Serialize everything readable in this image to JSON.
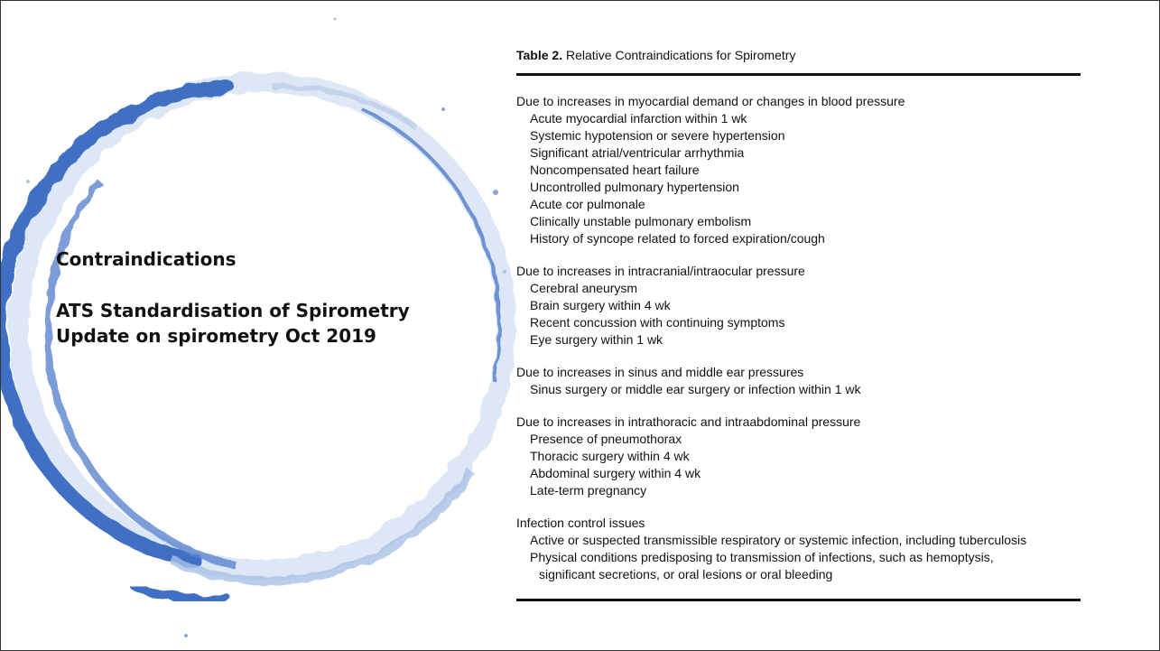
{
  "slide": {
    "heading": "Contraindications",
    "subtitle_line1": "ATS Standardisation of Spirometry",
    "subtitle_line2": "Update on spirometry Oct 2019"
  },
  "table": {
    "caption_number": "Table 2.",
    "caption_text": "Relative Contraindications for Spirometry",
    "groups": [
      {
        "title": "Due to increases in myocardial demand or changes in blood pressure",
        "items": [
          "Acute myocardial infarction within 1 wk",
          "Systemic hypotension or severe hypertension",
          "Significant atrial/ventricular arrhythmia",
          "Noncompensated heart failure",
          "Uncontrolled pulmonary hypertension",
          "Acute cor pulmonale",
          "Clinically unstable pulmonary embolism",
          "History of syncope related to forced expiration/cough"
        ]
      },
      {
        "title": "Due to increases in intracranial/intraocular pressure",
        "items": [
          "Cerebral aneurysm",
          "Brain surgery within 4 wk",
          "Recent concussion with continuing symptoms",
          "Eye surgery within 1 wk"
        ]
      },
      {
        "title": "Due to increases in sinus and middle ear pressures",
        "items": [
          "Sinus surgery or middle ear surgery or infection within 1 wk"
        ]
      },
      {
        "title": "Due to increases in intrathoracic and intraabdominal pressure",
        "items": [
          "Presence of pneumothorax",
          "Thoracic surgery within 4 wk",
          "Abdominal surgery within 4 wk",
          "Late-term pregnancy"
        ]
      },
      {
        "title": "Infection control issues",
        "items": [
          "Active or suspected transmissible respiratory or systemic infection, including tuberculosis",
          "Physical conditions predisposing to transmission of infections, such as hemoptysis,",
          "significant secretions, or oral lesions or oral bleeding"
        ]
      }
    ]
  },
  "colors": {
    "accent": "#3f6fc4",
    "accent_light": "#a9c1e6",
    "rule": "#111111"
  }
}
